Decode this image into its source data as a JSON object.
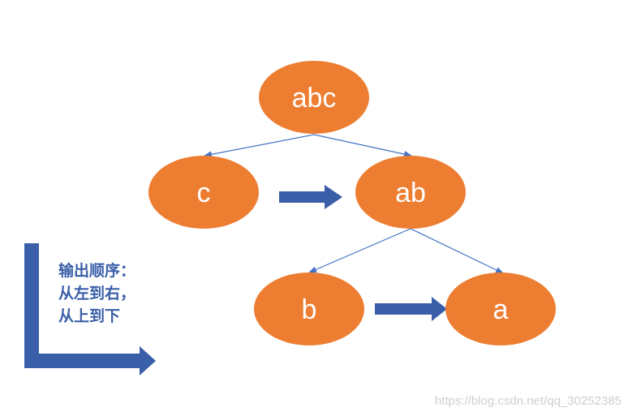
{
  "diagram": {
    "type": "tree",
    "colors": {
      "node_fill": "#ed7d31",
      "node_text": "#ffffff",
      "edge": "#4472c4",
      "block_arrow": "#3a5fa8",
      "caption": "#3a5fa8"
    },
    "nodes": [
      {
        "id": "abc",
        "label": "abc"
      },
      {
        "id": "c",
        "label": "c"
      },
      {
        "id": "ab",
        "label": "ab"
      },
      {
        "id": "b",
        "label": "b"
      },
      {
        "id": "a",
        "label": "a"
      }
    ],
    "edges": [
      {
        "from": "abc",
        "to": "c"
      },
      {
        "from": "abc",
        "to": "ab"
      },
      {
        "from": "ab",
        "to": "b"
      },
      {
        "from": "ab",
        "to": "a"
      }
    ],
    "order_arrows": [
      {
        "from": "c",
        "to": "ab"
      },
      {
        "from": "b",
        "to": "a"
      }
    ]
  },
  "caption": {
    "line1": "输出顺序：",
    "line2": "从左到右，",
    "line3": "从上到下"
  },
  "watermark": "https://blog.csdn.net/qq_30252385"
}
